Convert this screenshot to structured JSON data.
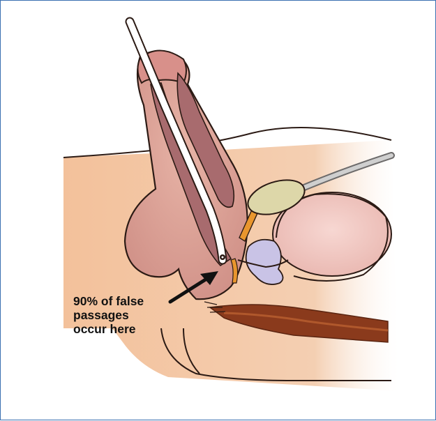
{
  "annotation": {
    "lines": [
      "90% of false",
      "passages",
      "occur here"
    ]
  },
  "colors": {
    "frame": "#3a6fb0",
    "skin": "#f4c3a0",
    "tissue": "#d9938c",
    "corpus": "#a86b6e",
    "catheter": "#ffffff",
    "urethra_lumen": "#3a2a26",
    "bladder": "#f1c7c3",
    "seminal_vesicle": "#c9c3e6",
    "prostate_probe": "#ddd7a9",
    "rectum": "#8a3a1c",
    "orange_duct": "#e9962e"
  }
}
